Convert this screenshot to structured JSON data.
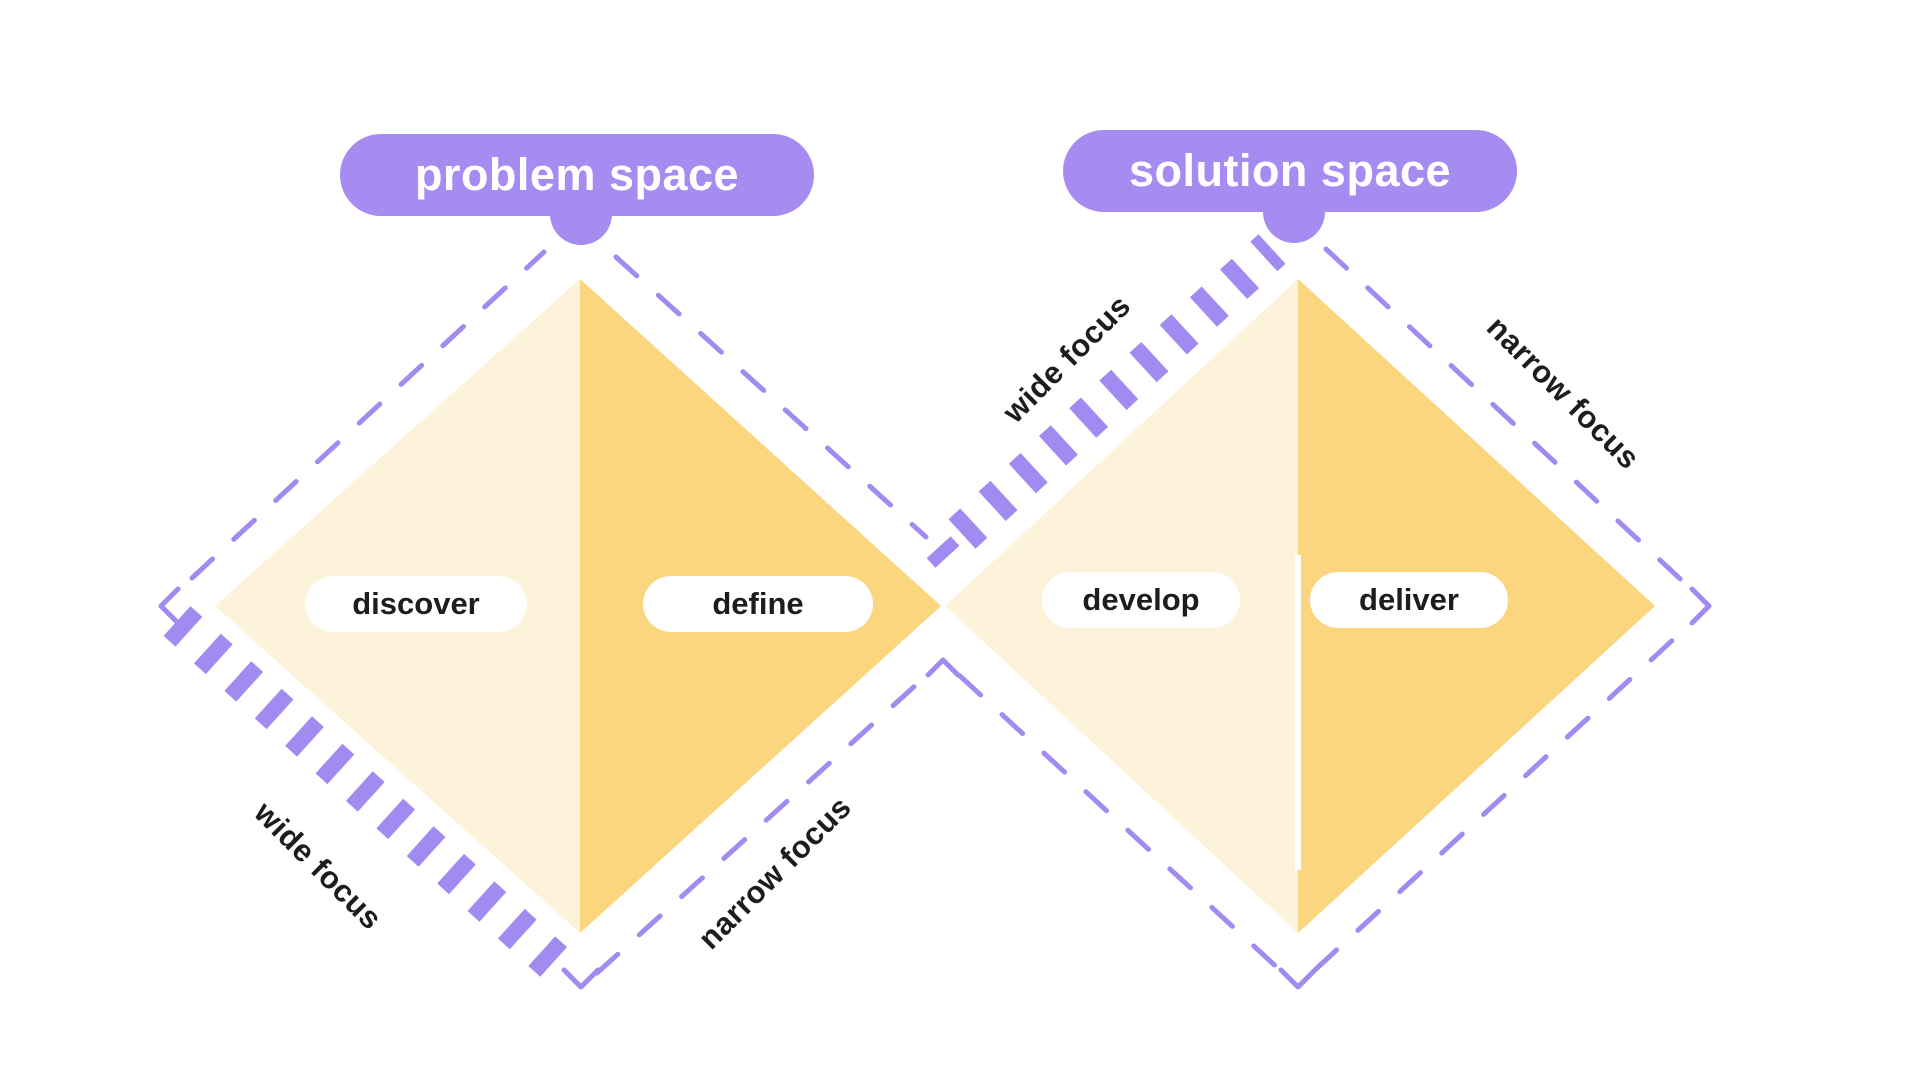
{
  "diagram": {
    "spaces": [
      {
        "label": "problem space"
      },
      {
        "label": "solution space"
      }
    ],
    "phases": [
      {
        "label": "discover"
      },
      {
        "label": "define"
      },
      {
        "label": "develop"
      },
      {
        "label": "deliver"
      }
    ],
    "focus": [
      {
        "label": "wide focus"
      },
      {
        "label": "narrow focus"
      },
      {
        "label": "wide focus"
      },
      {
        "label": "narrow focus"
      }
    ]
  },
  "colors": {
    "purple": "#a68cf0",
    "dash": "#a18af0",
    "cream": "#fdf3da",
    "gold": "#fcd67e",
    "ink": "#1d1d1d",
    "pill-text": "#ffffff",
    "bg": "#ffffff"
  }
}
